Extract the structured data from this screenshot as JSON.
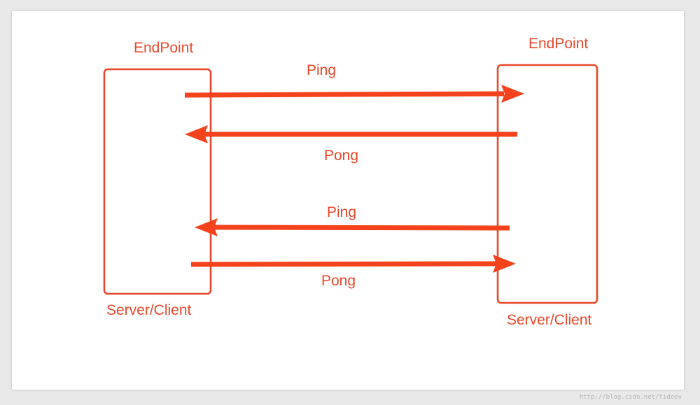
{
  "colors": {
    "box_stroke": "#e8482a",
    "arrow": "#f4421c",
    "label": "#e8482a"
  },
  "left": {
    "title": "EndPoint",
    "role": "Server/Client"
  },
  "right": {
    "title": "EndPoint",
    "role": "Server/Client"
  },
  "messages": [
    {
      "label": "Ping",
      "direction": "left-to-right"
    },
    {
      "label": "Pong",
      "direction": "right-to-left"
    },
    {
      "label": "Ping",
      "direction": "right-to-left"
    },
    {
      "label": "Pong",
      "direction": "left-to-right"
    }
  ],
  "watermark": "http://blog.csdn.net/tideev"
}
